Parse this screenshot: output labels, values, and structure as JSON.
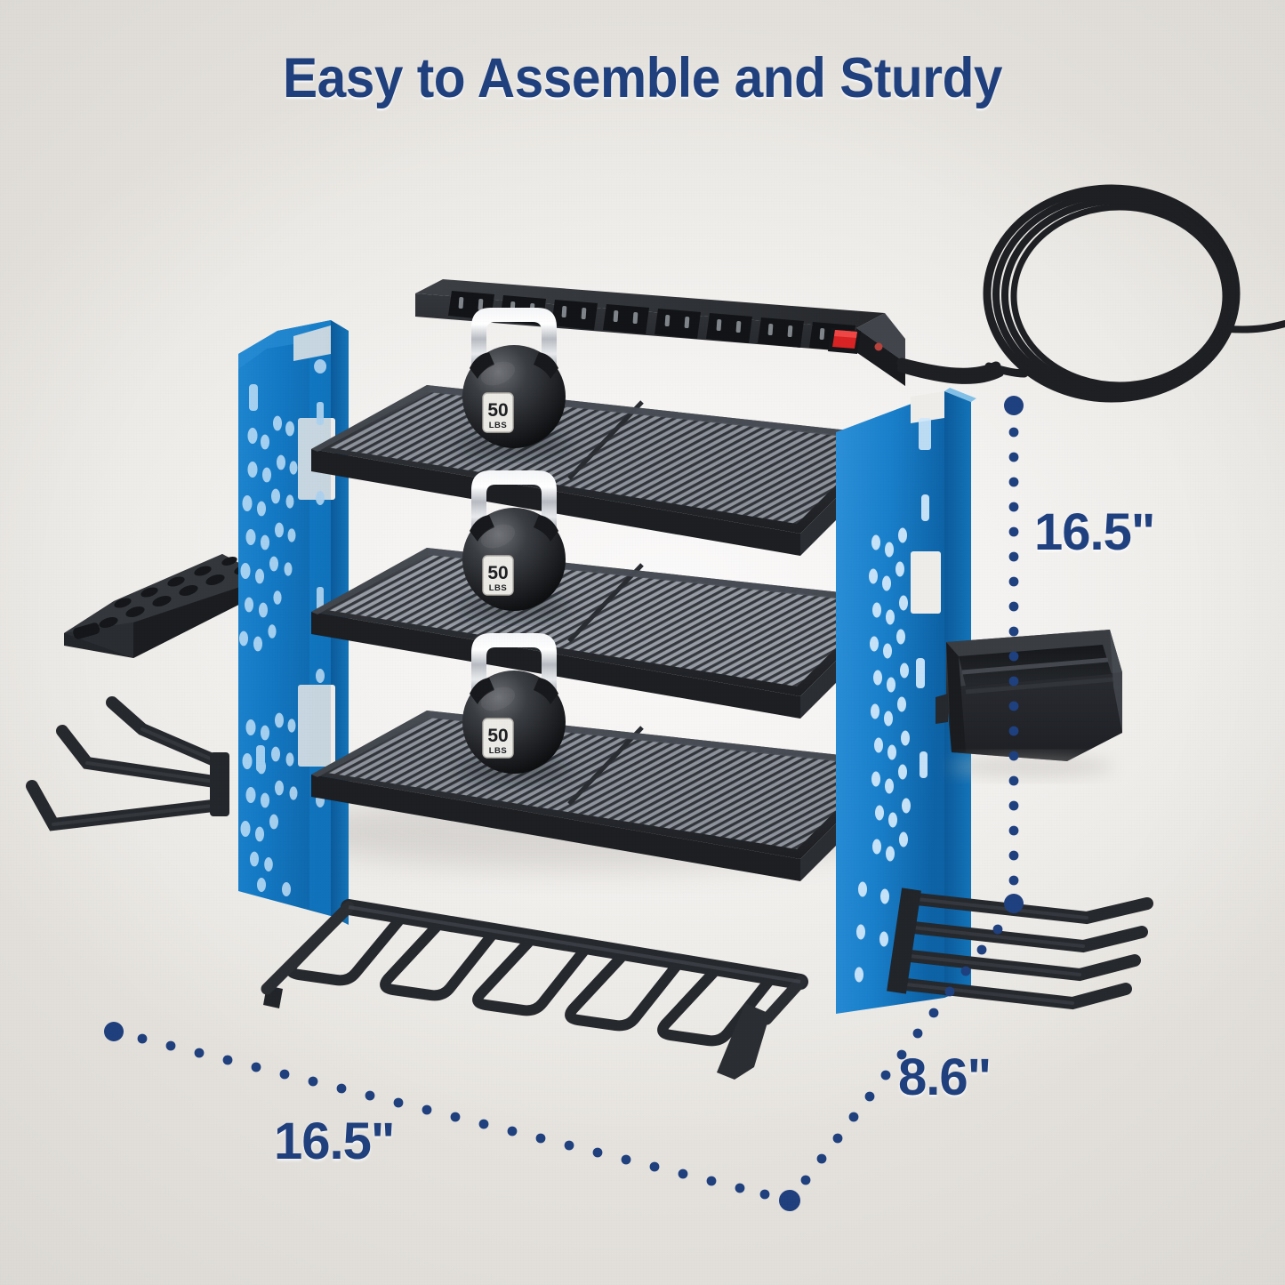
{
  "page": {
    "title": "Easy to Assemble and Sturdy",
    "background_color": "#efedea",
    "accent_navy": "#20417f",
    "accent_blue": "#1479c4",
    "part_black": "#2e3034"
  },
  "dimensions": {
    "height": "16.5\"",
    "depth": "8.6\"",
    "width": "16.5\""
  },
  "product": {
    "name": "3-tier power tool organizer rack",
    "shelves": [
      {
        "id": "shelf-top",
        "label": "mesh-shelf"
      },
      {
        "id": "shelf-middle",
        "label": "mesh-shelf"
      },
      {
        "id": "shelf-bottom",
        "label": "mesh-shelf"
      }
    ],
    "kettlebells": [
      {
        "weight": "50",
        "unit": "LBS"
      },
      {
        "weight": "50",
        "unit": "LBS"
      },
      {
        "weight": "50",
        "unit": "LBS"
      }
    ],
    "power_strip": {
      "outlet_count": 8,
      "switch_color": "#d82424",
      "has_cord": true
    },
    "side_panels": [
      {
        "id": "left-panel",
        "color": "#1479c4"
      },
      {
        "id": "right-panel",
        "color": "#1479c4"
      }
    ],
    "accessories": [
      {
        "id": "screwdriver-holder",
        "side": "left",
        "slots": 14
      },
      {
        "id": "left-hook-bar",
        "side": "left",
        "hooks": 3
      },
      {
        "id": "right-hook-bar",
        "side": "right",
        "hooks": 4
      },
      {
        "id": "storage-bin",
        "side": "right",
        "compartments": 3
      },
      {
        "id": "drill-holder-bar",
        "side": "bottom",
        "slots": 5
      }
    ]
  }
}
